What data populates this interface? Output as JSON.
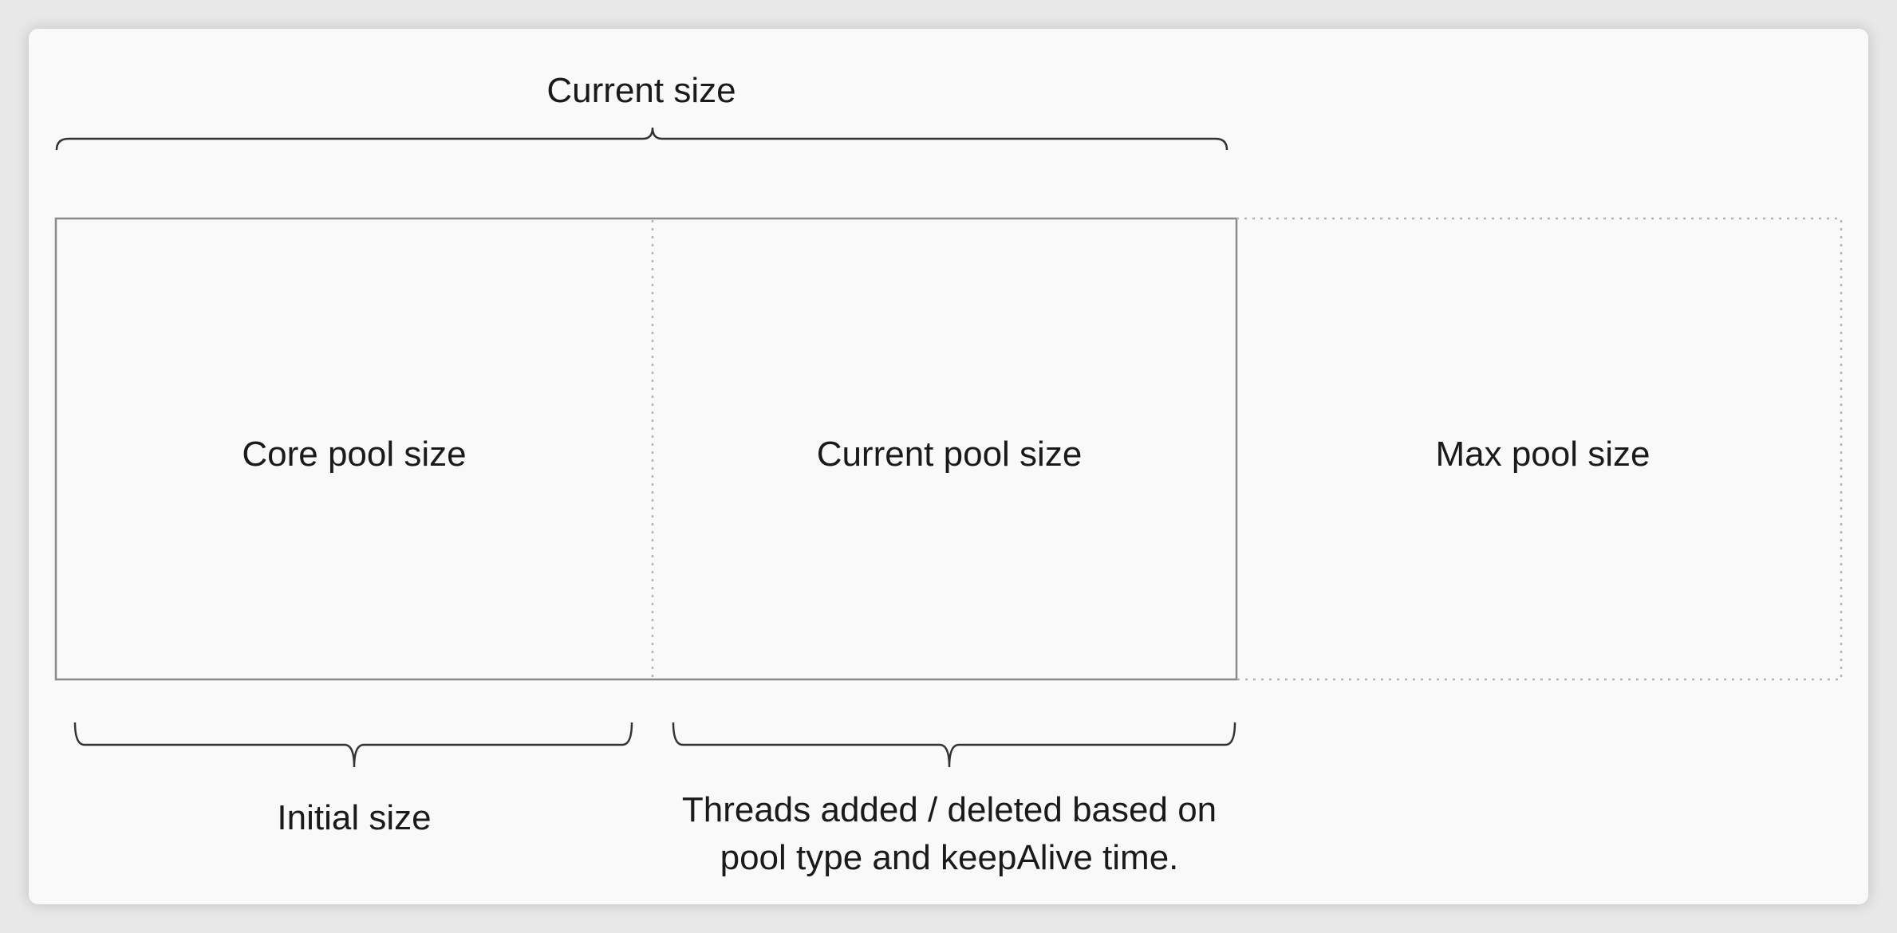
{
  "labels": {
    "current_size": "Current size",
    "core_pool_size": "Core pool size",
    "current_pool_size": "Current pool size",
    "max_pool_size": "Max pool size",
    "initial_size": "Initial size",
    "threads_line1": "Threads added / deleted based on",
    "threads_line2": "pool type and keepAlive time."
  },
  "colors": {
    "stroke": "#8a8a8a",
    "dotted": "#b4b4b4",
    "bracket": "#333333",
    "text": "#1a1a1a"
  }
}
